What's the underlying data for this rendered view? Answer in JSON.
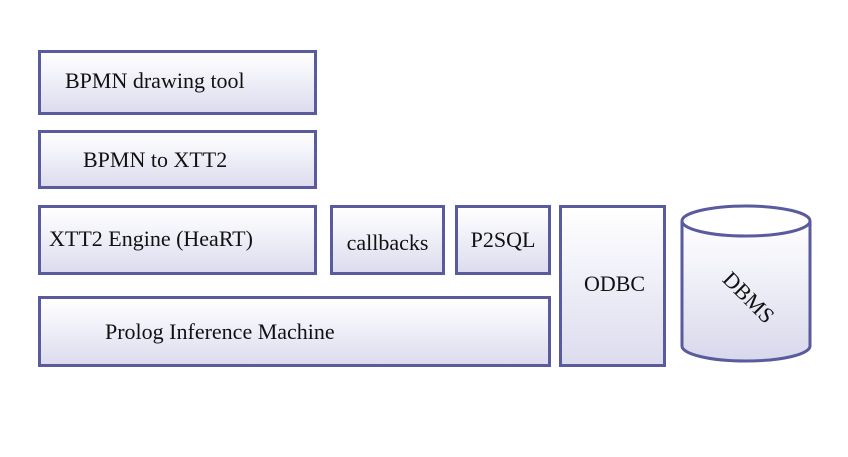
{
  "boxes": {
    "drawing_tool": "BPMN drawing tool",
    "bpmn_to_xtt2": "BPMN to XTT2",
    "engine": "XTT2 Engine (HeaRT)",
    "callbacks": "callbacks",
    "p2sql": "P2SQL",
    "prolog": "Prolog Inference Machine",
    "odbc": "ODBC"
  },
  "database": {
    "label": "DBMS"
  },
  "colors": {
    "border": "#5a5a9e",
    "fill_top": "#ffffff",
    "fill_bottom": "#dcdcee"
  }
}
